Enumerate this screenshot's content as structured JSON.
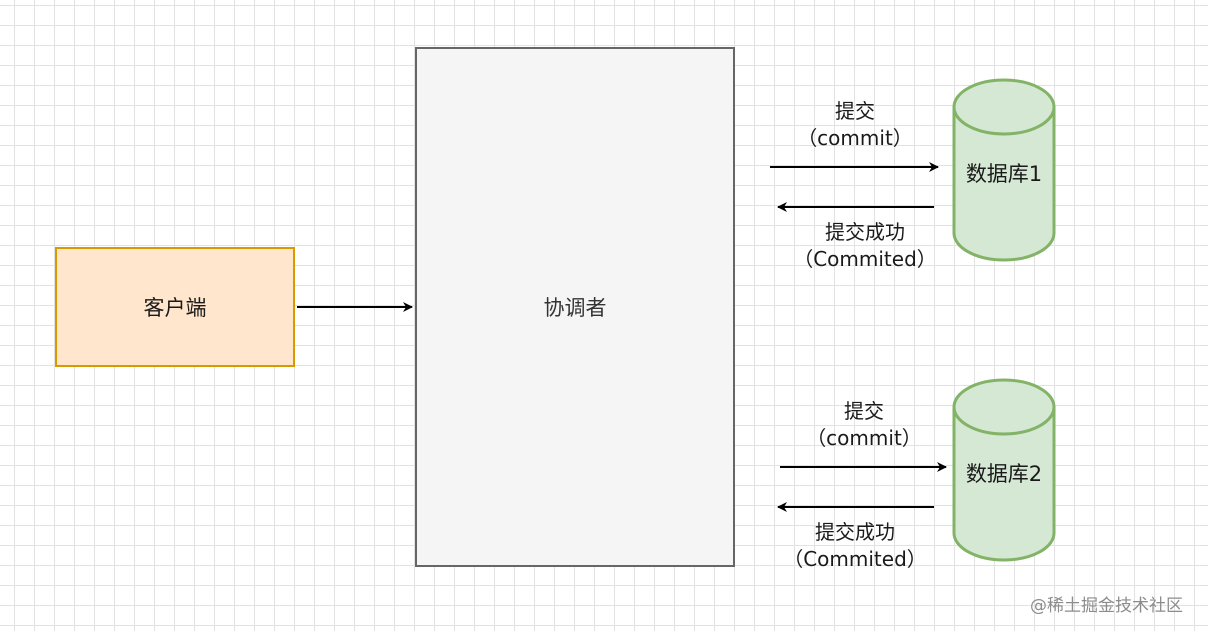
{
  "client": {
    "label": "客户端"
  },
  "coordinator": {
    "label": "协调者"
  },
  "databases": [
    {
      "label": "数据库1",
      "commit_label": "提交",
      "commit_sub": "（commit）",
      "ack_label": "提交成功",
      "ack_sub": "（Commited）"
    },
    {
      "label": "数据库2",
      "commit_label": "提交",
      "commit_sub": "（commit）",
      "ack_label": "提交成功",
      "ack_sub": "（Commited）"
    }
  ],
  "watermark": "@稀土掘金技术社区",
  "colors": {
    "client_fill": "#ffe6cc",
    "client_stroke": "#d79b00",
    "coordinator_fill": "#f5f5f5",
    "coordinator_stroke": "#666666",
    "db_fill": "#d5e8d4",
    "db_stroke": "#82b366"
  }
}
